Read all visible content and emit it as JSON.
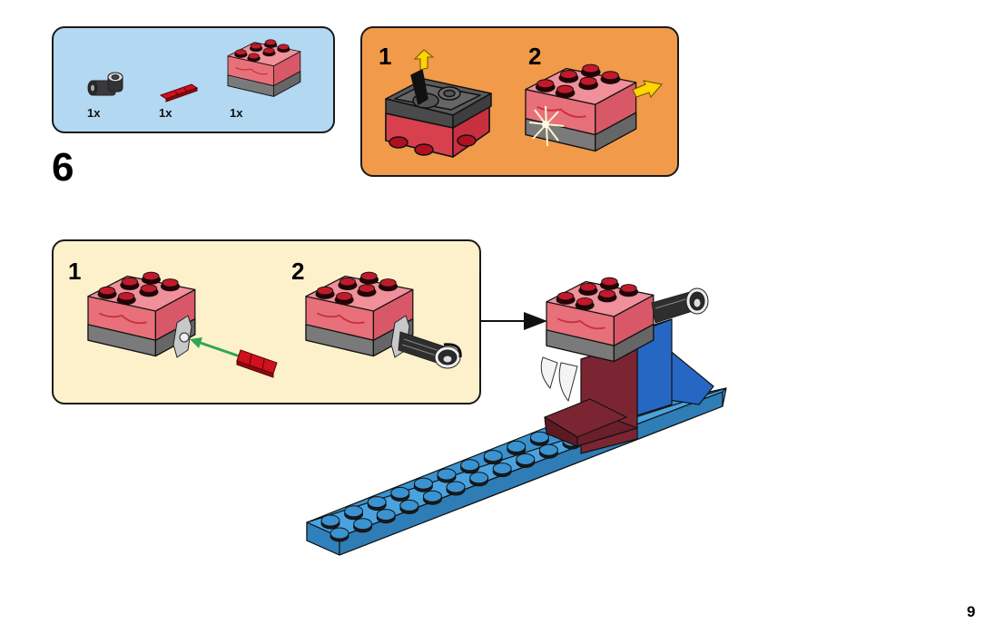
{
  "page": {
    "step_number": "6",
    "page_number": "9"
  },
  "parts_list": {
    "items": [
      {
        "name": "black-technic-axle-pin-connector",
        "qty": "1x"
      },
      {
        "name": "red-technic-axle-pin",
        "qty": "1x"
      },
      {
        "name": "trans-red-light-brick-2x3",
        "qty": "1x"
      }
    ]
  },
  "substep_light_brick": {
    "steps": [
      {
        "number": "1",
        "action": "remove-cover-lift"
      },
      {
        "number": "2",
        "action": "press-to-light"
      }
    ]
  },
  "substep_assembly": {
    "steps": [
      {
        "number": "1",
        "action": "insert-red-pin"
      },
      {
        "number": "2",
        "action": "attach-black-connector"
      }
    ]
  },
  "colors": {
    "parts_panel_bg": "#b3d8f1",
    "orange_panel_bg": "#f19a4a",
    "yellow_panel_bg": "#fdf1cc",
    "trans_red": "#e8707a",
    "stud_dark": "#7a0a14",
    "dark_gray": "#5a5a5a",
    "medium_gray": "#8c8c8c",
    "blue": "#3a93d0",
    "dark_blue": "#2667c4",
    "dark_red": "#7b2532",
    "yellow_arrow": "#ffd400",
    "green_arrow": "#2fa84f"
  }
}
